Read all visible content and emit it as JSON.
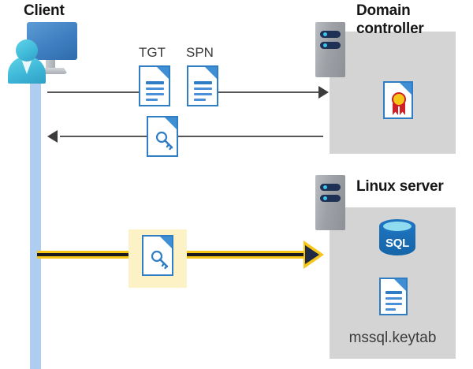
{
  "diagram": {
    "title_client": "Client",
    "title_domain_controller": "Domain controller",
    "title_linux_server": "Linux server"
  },
  "labels": {
    "tgt": "TGT",
    "spn": "SPN",
    "keytab_file": "mssql.keytab",
    "sql_text": "SQL"
  },
  "icons": {
    "client": "client-workstation-icon",
    "dc_server": "server-icon",
    "linux_server": "server-icon",
    "tgt_document": "document-icon",
    "spn_document": "document-icon",
    "service_ticket": "key-document-icon",
    "highlighted_ticket": "key-document-icon",
    "certificate": "certificate-document-icon",
    "database": "sql-database-icon",
    "keytab_document": "document-icon"
  },
  "flows": [
    {
      "name": "request-ticket",
      "direction": "right",
      "style": "thin-gray",
      "carries": [
        "TGT",
        "SPN"
      ]
    },
    {
      "name": "issue-ticket",
      "direction": "left",
      "style": "thin-gray",
      "carries": [
        "service-ticket"
      ]
    },
    {
      "name": "present-ticket",
      "direction": "right",
      "style": "highlighted-yellow",
      "carries": [
        "service-ticket"
      ]
    }
  ],
  "colors": {
    "panel_gray": "#d4d4d4",
    "lifeline_blue": "#aecdf0",
    "highlight_yellow": "#fdf2c6",
    "arrow_yellow": "#f5c518",
    "doc_blue": "#2f7dc4",
    "sql_blue": "#1e73be"
  }
}
